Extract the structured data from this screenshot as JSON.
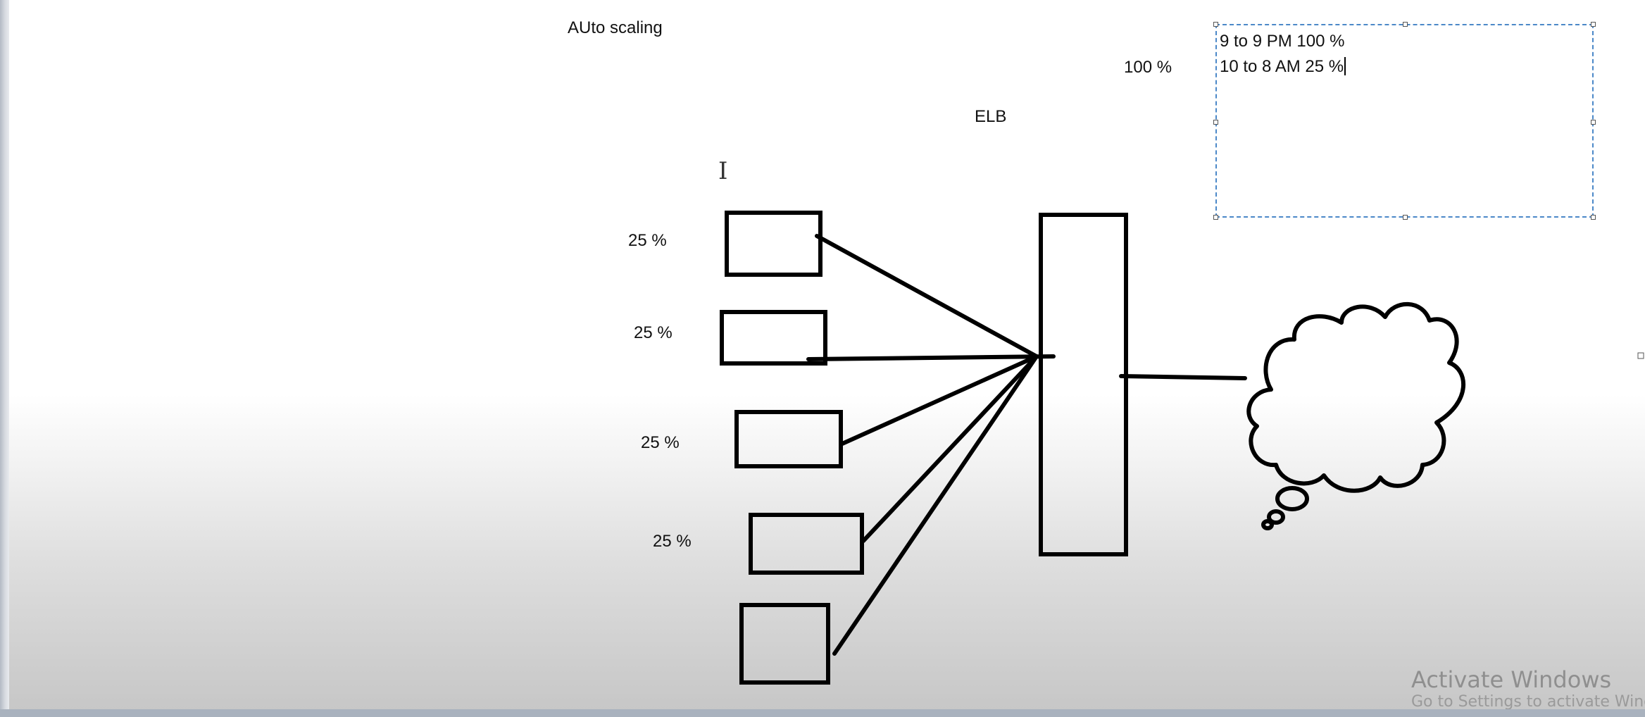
{
  "canvas": {
    "title": "AUto scaling",
    "elb_label": "ELB",
    "top_percent": "100 %"
  },
  "servers": [
    {
      "label": "25 %"
    },
    {
      "label": "25 %"
    },
    {
      "label": "25 %"
    },
    {
      "label": "25 %"
    },
    {
      "label": ""
    }
  ],
  "schedule_textbox": {
    "lines": [
      "9 to 9 PM  100 %",
      "10 to 8 AM 25 %"
    ]
  },
  "watermark": {
    "title": "Activate Windows",
    "subtitle": "Go to Settings to activate Windows."
  },
  "icons": {
    "cursor": "i-beam-cursor-icon",
    "cloud": "cloud-icon"
  },
  "colors": {
    "stroke": "#000000",
    "selection": "#4b88c8",
    "watermark": "#8f8f8f"
  }
}
